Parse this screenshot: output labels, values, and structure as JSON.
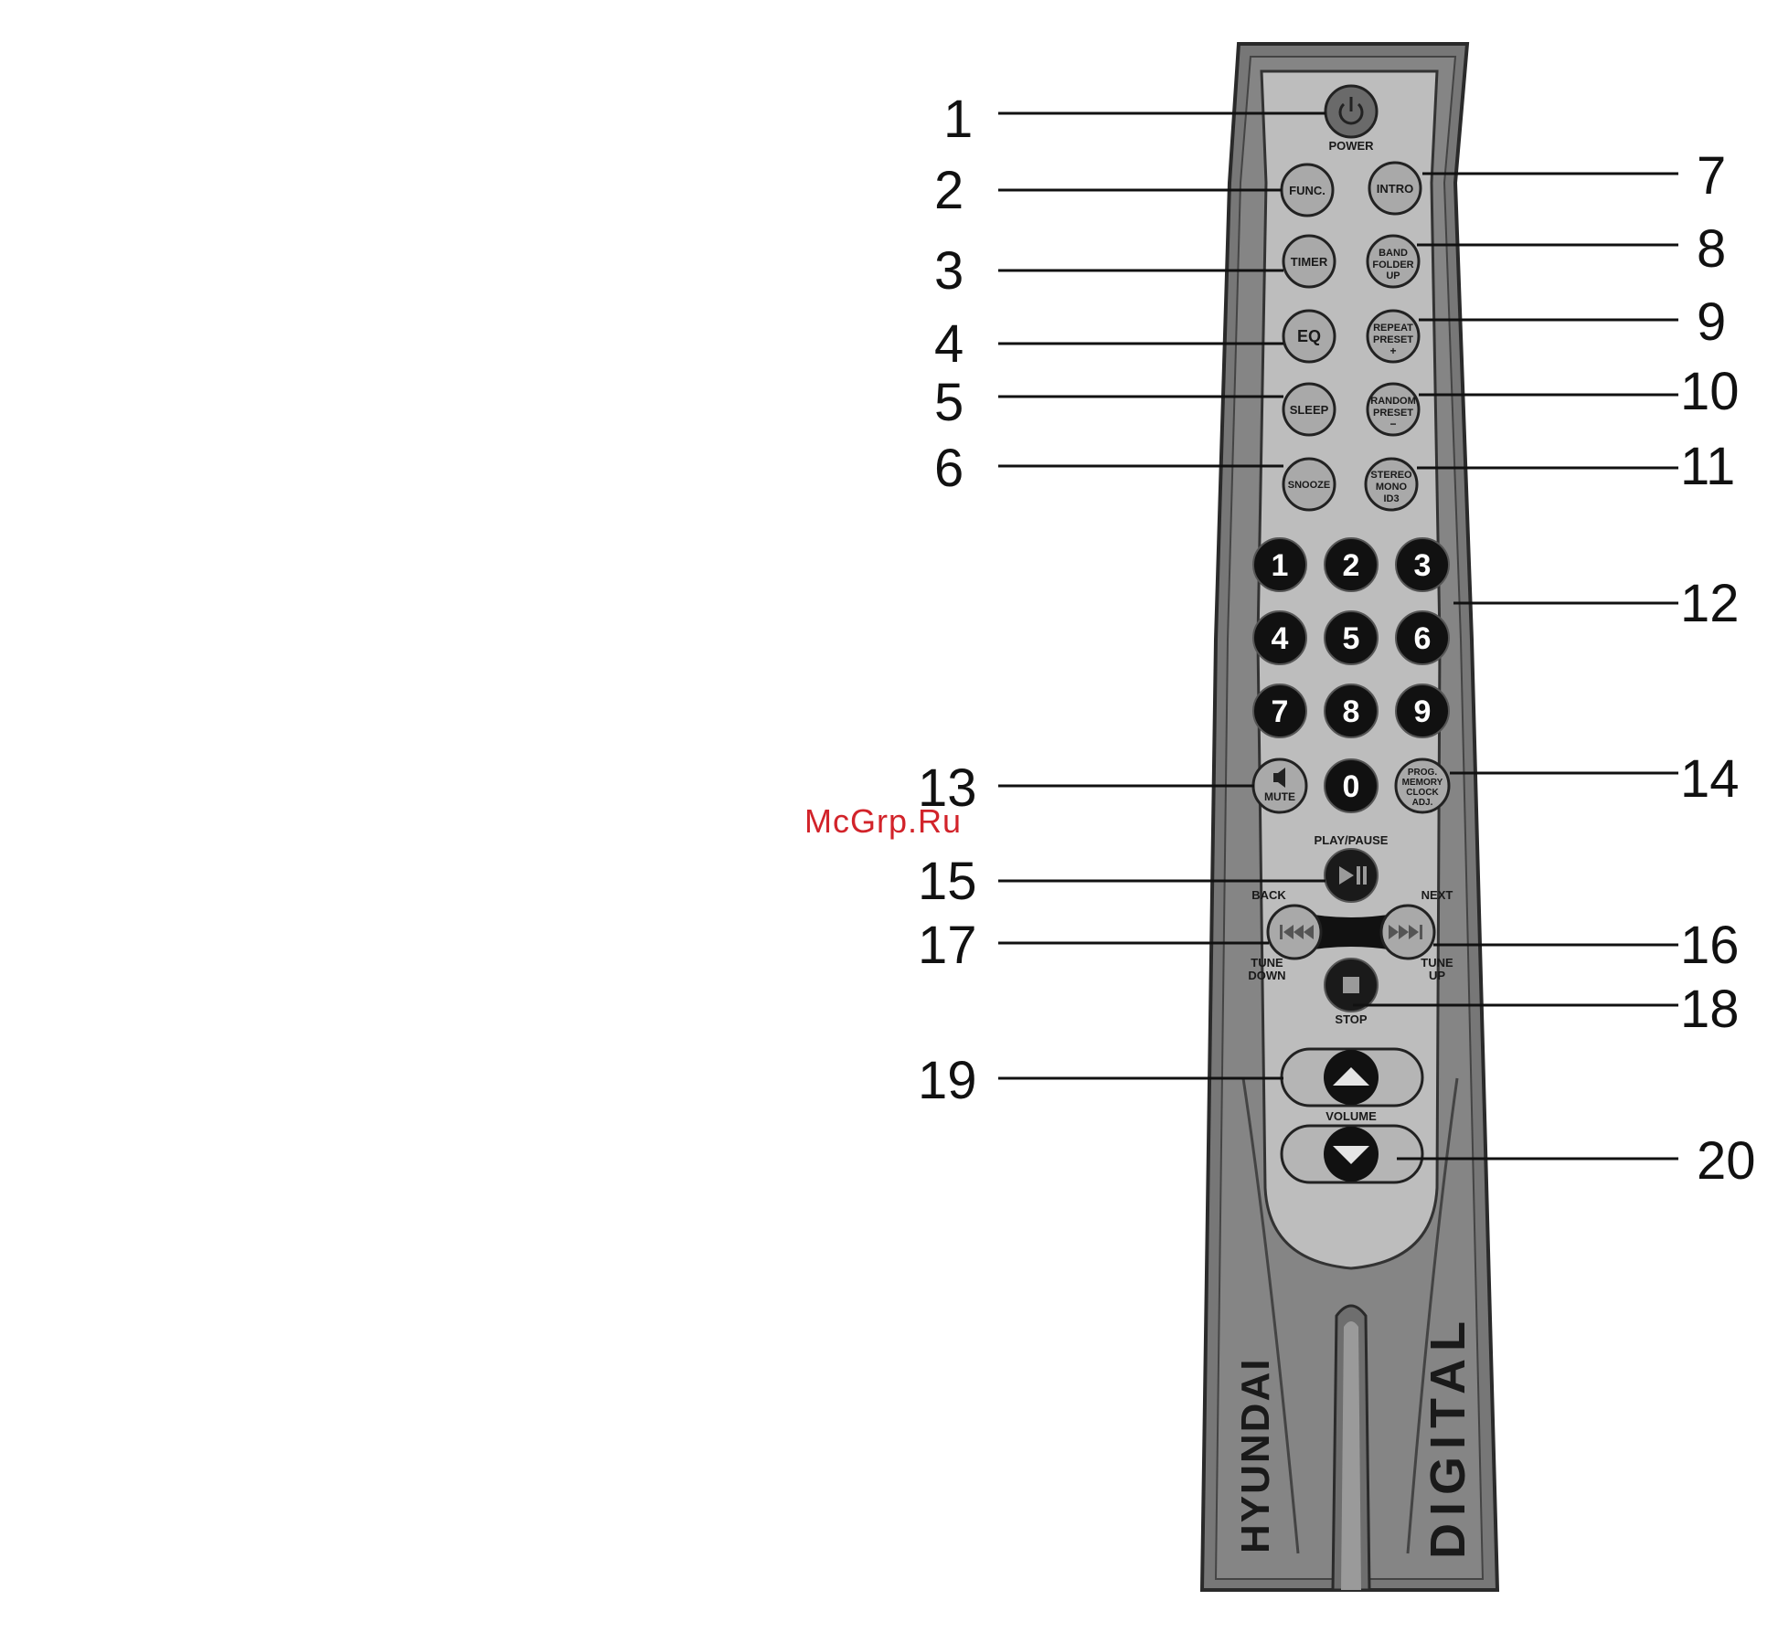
{
  "watermark": "McGrp.Ru",
  "brand": {
    "left": "HYUNDAI",
    "right": "DIGITAL"
  },
  "labels": {
    "power": "POWER",
    "play_pause": "PLAY/PAUSE",
    "back": "BACK",
    "next": "NEXT",
    "tune_down_1": "TUNE",
    "tune_down_2": "DOWN",
    "tune_up_1": "TUNE",
    "tune_up_2": "UP",
    "stop": "STOP",
    "volume": "VOLUME"
  },
  "buttons": {
    "func": "FUNC.",
    "intro": "INTRO",
    "timer": "TIMER",
    "band_1": "BAND",
    "band_2": "FOLDER",
    "band_3": "UP",
    "eq": "EQ",
    "repeat_1": "REPEAT",
    "repeat_2": "PRESET",
    "repeat_3": "+",
    "sleep": "SLEEP",
    "random_1": "RANDOM",
    "random_2": "PRESET",
    "random_3": "−",
    "snooze": "SNOOZE",
    "stereo_1": "STEREO",
    "stereo_2": "MONO",
    "stereo_3": "ID3",
    "mute": "MUTE",
    "prog_1": "PROG.",
    "prog_2": "MEMORY",
    "prog_3": "CLOCK",
    "prog_4": "ADJ."
  },
  "digits": [
    "1",
    "2",
    "3",
    "4",
    "5",
    "6",
    "7",
    "8",
    "9",
    "0"
  ],
  "callouts": [
    "1",
    "2",
    "3",
    "4",
    "5",
    "6",
    "7",
    "8",
    "9",
    "10",
    "11",
    "12",
    "13",
    "14",
    "15",
    "16",
    "17",
    "18",
    "19",
    "20"
  ],
  "icons": {
    "power": "power-icon",
    "mute": "speaker-icon",
    "play_pause": "play-pause-icon",
    "back": "skip-back-icon",
    "next": "skip-forward-icon",
    "stop": "stop-icon",
    "vol_up": "chevron-up-icon",
    "vol_down": "chevron-down-icon"
  },
  "colors": {
    "body": "#7a7a7a",
    "panel": "#b9b9b9",
    "button_face": "#a8a8a8",
    "digit_button": "#111111",
    "watermark": "#d2232a"
  }
}
